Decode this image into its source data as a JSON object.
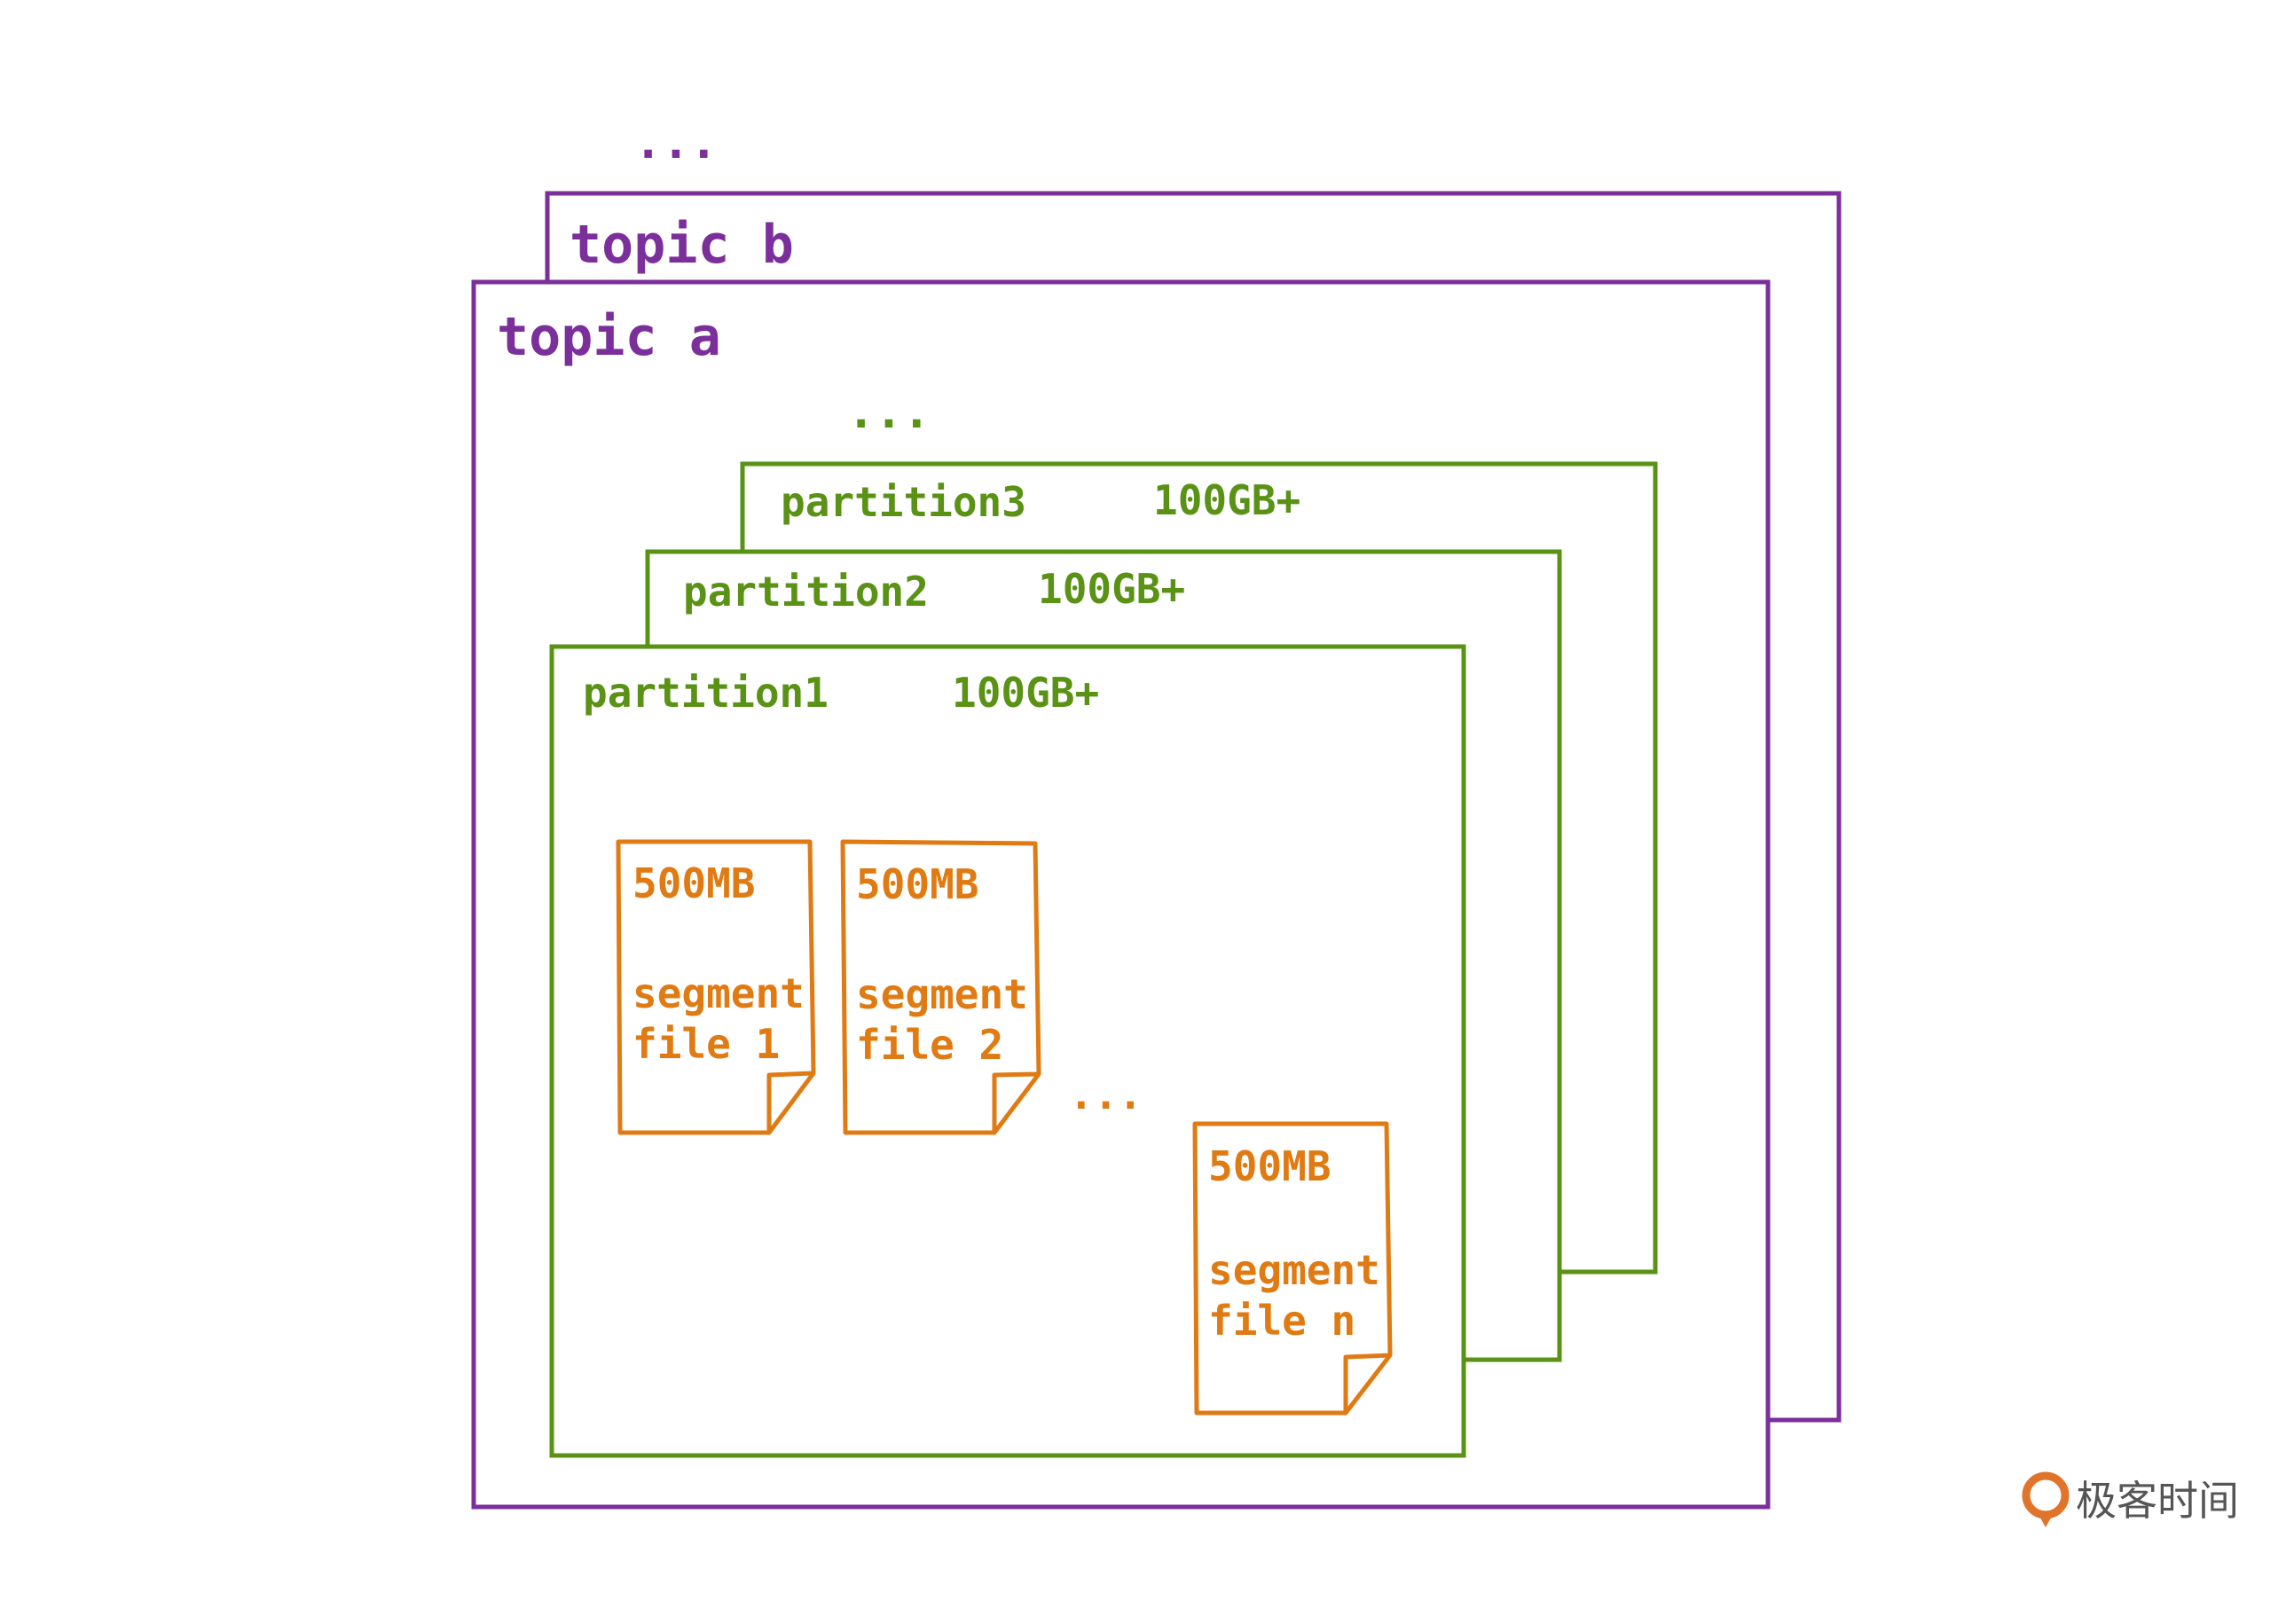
{
  "colors": {
    "topic": "#7b2f9b",
    "partition": "#5a9216",
    "segment": "#e07a12",
    "brand": "#e0742a",
    "brand_text": "#555555"
  },
  "topics": {
    "more_label": "...",
    "topic_b_label": "topic b",
    "topic_a_label": "topic a"
  },
  "partitions": {
    "more_label": "...",
    "items": [
      {
        "name": "partition3",
        "size": "100GB+"
      },
      {
        "name": "partition2",
        "size": "100GB+"
      },
      {
        "name": "partition1",
        "size": "100GB+"
      }
    ]
  },
  "segments": {
    "more_label": "...",
    "items": [
      {
        "size": "500MB",
        "line1": "segment",
        "line2": "file 1"
      },
      {
        "size": "500MB",
        "line1": "segment",
        "line2": "file 2"
      },
      {
        "size": "500MB",
        "line1": "segment",
        "line2": "file n"
      }
    ]
  },
  "brand": {
    "name": "极客时间",
    "icon": "geektime-logo-icon"
  }
}
